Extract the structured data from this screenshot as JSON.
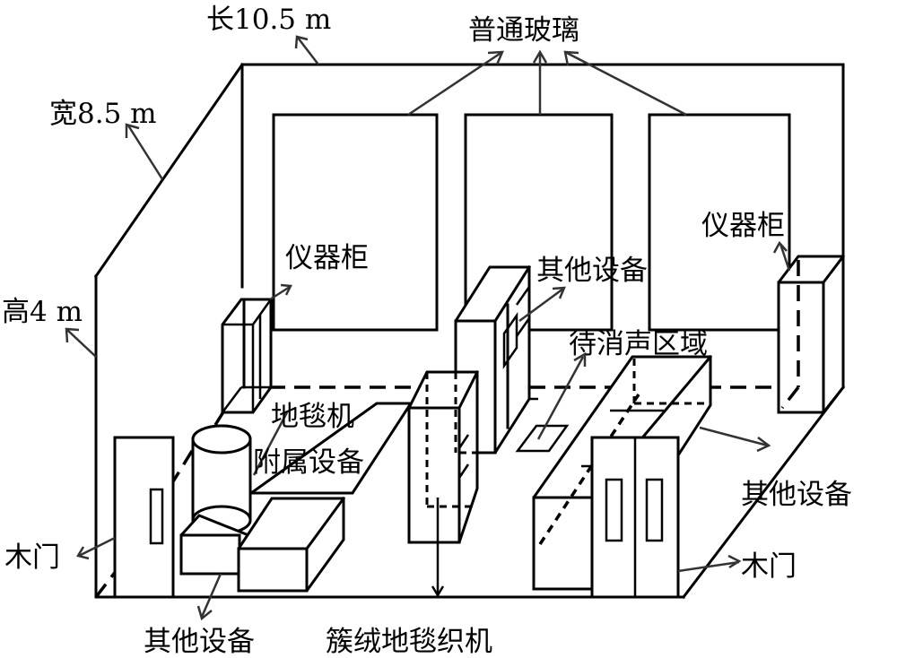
{
  "diagram": {
    "title": "Carpet workshop layout schematic",
    "dimensions": {
      "length": "长10.5 m",
      "width": "宽8.5 m",
      "height": "高4 m"
    },
    "labels": {
      "glass": "普通玻璃",
      "cabinet_left": "仪器柜",
      "cabinet_right": "仪器柜",
      "other_equipment_top": "其他设备",
      "noise_zone": "待消声区域",
      "carpet_machine_line1": "地毯机",
      "carpet_machine_line2": "附属设备",
      "other_equipment_right": "其他设备",
      "wood_door_left": "木门",
      "wood_door_right": "木门",
      "other_equipment_bottom": "其他设备",
      "tufting_machine": "簇绒地毯织机"
    }
  }
}
